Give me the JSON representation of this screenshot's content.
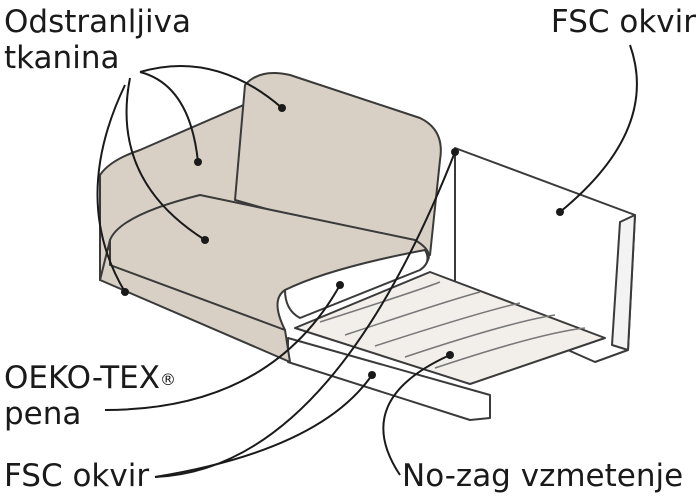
{
  "labels": {
    "fabric_line1": "Odstranljiva",
    "fabric_line2": "tkanina",
    "frame_top": "FSC okvir",
    "foam_line1": "OEKO-TEX",
    "foam_reg": "®",
    "foam_line2": "pena",
    "frame_bottom": "FSC okvir",
    "springs": "No-zag vzmetenje"
  },
  "colors": {
    "upholstery": "#d9d0c5",
    "outline": "#3a3a3a",
    "frame": "#ffffff"
  }
}
